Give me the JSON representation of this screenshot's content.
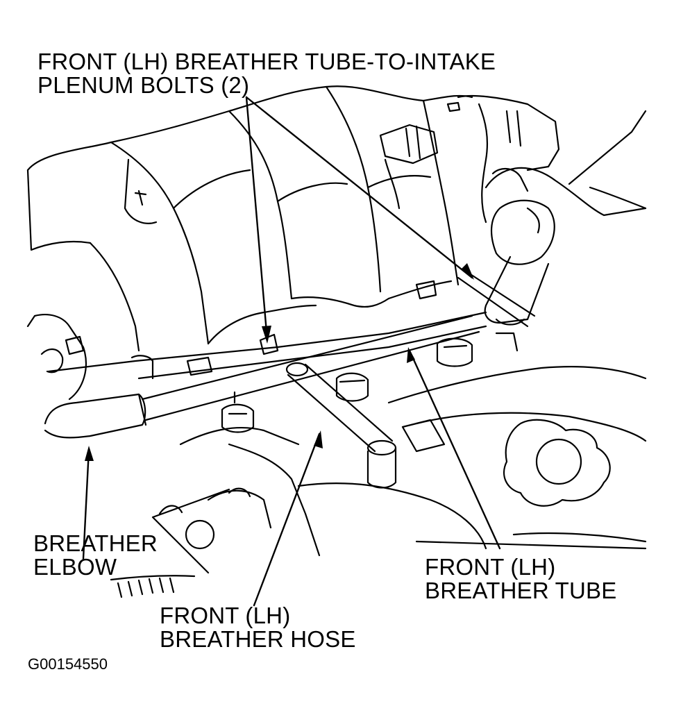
{
  "callouts": {
    "bolts": {
      "line1": "FRONT (LH) BREATHER TUBE-TO-INTAKE",
      "line2": "PLENUM BOLTS (2)"
    },
    "elbow": {
      "line1": "BREATHER",
      "line2": "ELBOW"
    },
    "tube": {
      "line1": "FRONT (LH)",
      "line2": "BREATHER TUBE"
    },
    "hose": {
      "line1": "FRONT (LH)",
      "line2": "BREATHER HOSE"
    }
  },
  "figure_id": "G00154550",
  "colors": {
    "ink": "#000000",
    "paper": "#ffffff"
  }
}
